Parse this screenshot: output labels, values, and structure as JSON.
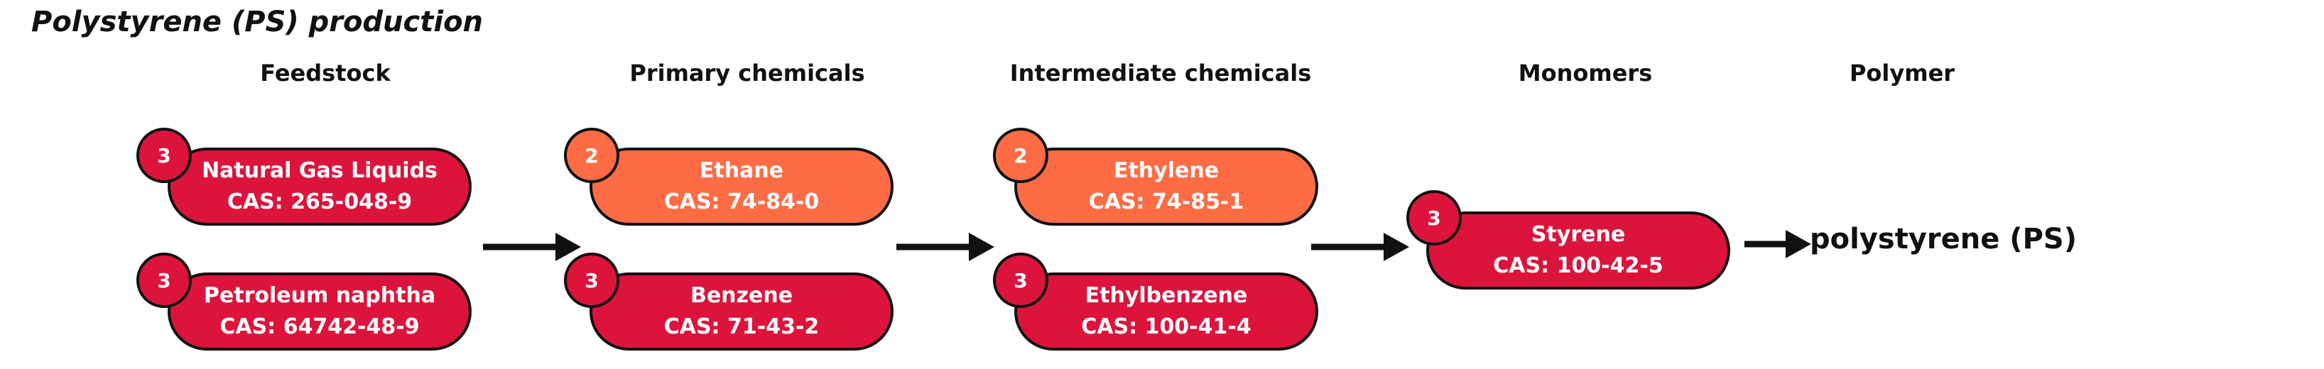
{
  "title": "Polystyrene (PS) production",
  "colors": {
    "red": "#dc143c",
    "orange": "#fd6c45",
    "outline": "#111111"
  },
  "columns": [
    {
      "label": "Feedstock"
    },
    {
      "label": "Primary chemicals"
    },
    {
      "label": "Intermediate chemicals"
    },
    {
      "label": "Monomers"
    },
    {
      "label": "Polymer"
    }
  ],
  "nodes": {
    "ngl": {
      "badge": "3",
      "name": "Natural Gas Liquids",
      "cas": "CAS: 265-048-9"
    },
    "naphtha": {
      "badge": "3",
      "name": "Petroleum naphtha",
      "cas": "CAS: 64742-48-9"
    },
    "ethane": {
      "badge": "2",
      "name": "Ethane",
      "cas": "CAS: 74-84-0"
    },
    "benzene": {
      "badge": "3",
      "name": "Benzene",
      "cas": "CAS: 71-43-2"
    },
    "ethylene": {
      "badge": "2",
      "name": "Ethylene",
      "cas": "CAS: 74-85-1"
    },
    "ethylbenzene": {
      "badge": "3",
      "name": "Ethylbenzene",
      "cas": "CAS: 100-41-4"
    },
    "styrene": {
      "badge": "3",
      "name": "Styrene",
      "cas": "CAS: 100-42-5"
    }
  },
  "product": "polystyrene (PS)"
}
